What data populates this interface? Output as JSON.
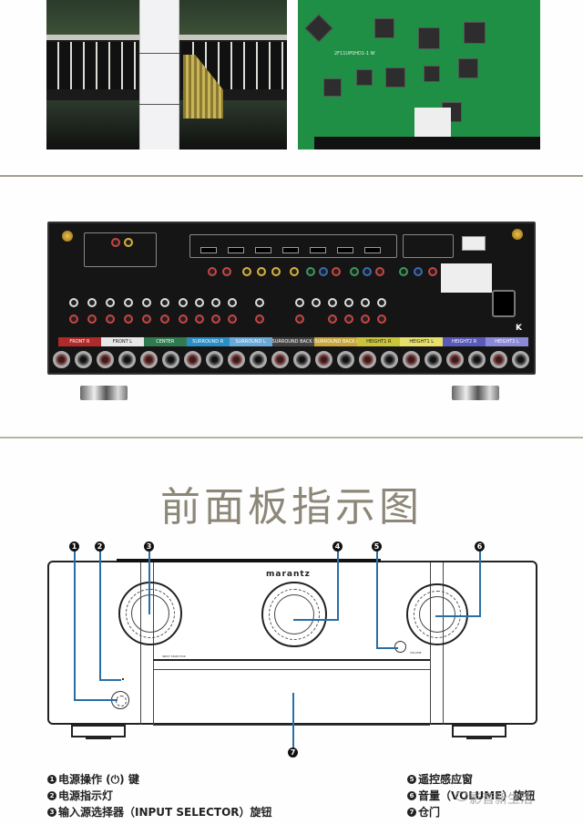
{
  "photos": {
    "left_alt": "amplifier-interior-heatsinks",
    "right_alt": "digital-processing-board",
    "pcb_marking": "2F11UP0HD1-1 W"
  },
  "rear_panel": {
    "alt": "receiver-rear-panel",
    "speaker_labels": [
      {
        "label": "FRONT R",
        "color": "#b02a2a"
      },
      {
        "label": "FRONT L",
        "color": "#e8e8e8"
      },
      {
        "label": "CENTER",
        "color": "#2f7a4e"
      },
      {
        "label": "SURROUND R",
        "color": "#2a8fc6"
      },
      {
        "label": "SURROUND L",
        "color": "#6aa8d8"
      },
      {
        "label": "SURROUND BACK R",
        "color": "#444444"
      },
      {
        "label": "SURROUND BACK L",
        "color": "#c9a63a"
      },
      {
        "label": "HEIGHT1 R",
        "color": "#c9c43a"
      },
      {
        "label": "HEIGHT1 L",
        "color": "#e8e06a"
      },
      {
        "label": "HEIGHT2 R",
        "color": "#5a5ab8"
      },
      {
        "label": "HEIGHT2 L",
        "color": "#8a8ad8"
      }
    ],
    "accent_k": "K"
  },
  "front_panel": {
    "title": "前面板指示图",
    "brand": "marantz",
    "knob_label_left": "INPUT SELECTOR",
    "knob_label_right": "VOLUME",
    "callouts": [
      "1",
      "2",
      "3",
      "4",
      "5",
      "6",
      "7"
    ],
    "leader_color": "#2a6ea6"
  },
  "legend": {
    "left": [
      {
        "num": "1",
        "text": "电源操作 (⏻) 键"
      },
      {
        "num": "2",
        "text": "电源指示灯"
      },
      {
        "num": "3",
        "text": "输入源选择器（INPUT SELECTOR）旋钮"
      }
    ],
    "right": [
      {
        "num": "5",
        "text": "遥控感应窗"
      },
      {
        "num": "6",
        "text": "音量（VOLUME）旋钮"
      },
      {
        "num": "7",
        "text": "仓门"
      }
    ]
  },
  "watermark": "影音新生活"
}
